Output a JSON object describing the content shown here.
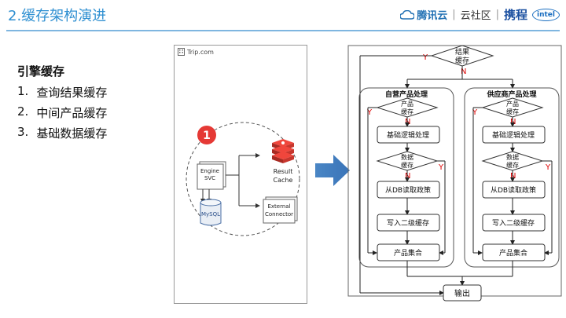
{
  "header": {
    "title": "2.缓存架构演进",
    "logo_tencent": "腾讯云",
    "logo_sep": "|",
    "logo_community": "云社区",
    "logo_ctrip": "携程",
    "logo_intel": "intel"
  },
  "left": {
    "heading": "引擎缓存",
    "items": [
      {
        "num": "1.",
        "text": "查询结果缓存"
      },
      {
        "num": "2.",
        "text": "中间产品缓存"
      },
      {
        "num": "3.",
        "text": "基础数据缓存"
      }
    ]
  },
  "panel": {
    "site_label": "Trip.com",
    "badge": "1",
    "engine_label_1": "Engine",
    "engine_label_2": "SVC",
    "mysql": "MySQL",
    "result_1": "Result",
    "result_2": "Cache",
    "ext_1": "External",
    "ext_2": "Connector"
  },
  "flow": {
    "top_1": "结果",
    "top_2": "缓存",
    "yes": "Y",
    "no": "N",
    "self_title": "自营产品处理",
    "supplier_title": "供应商产品处理",
    "product_cache_1": "产品",
    "product_cache_2": "缓存",
    "basic_logic": "基础逻辑处理",
    "data_cache_1": "数据",
    "data_cache_2": "缓存",
    "db_read": "从DB读取政策",
    "write_l2": "写入二级缓存",
    "product_set": "产品集合",
    "output": "输出"
  }
}
